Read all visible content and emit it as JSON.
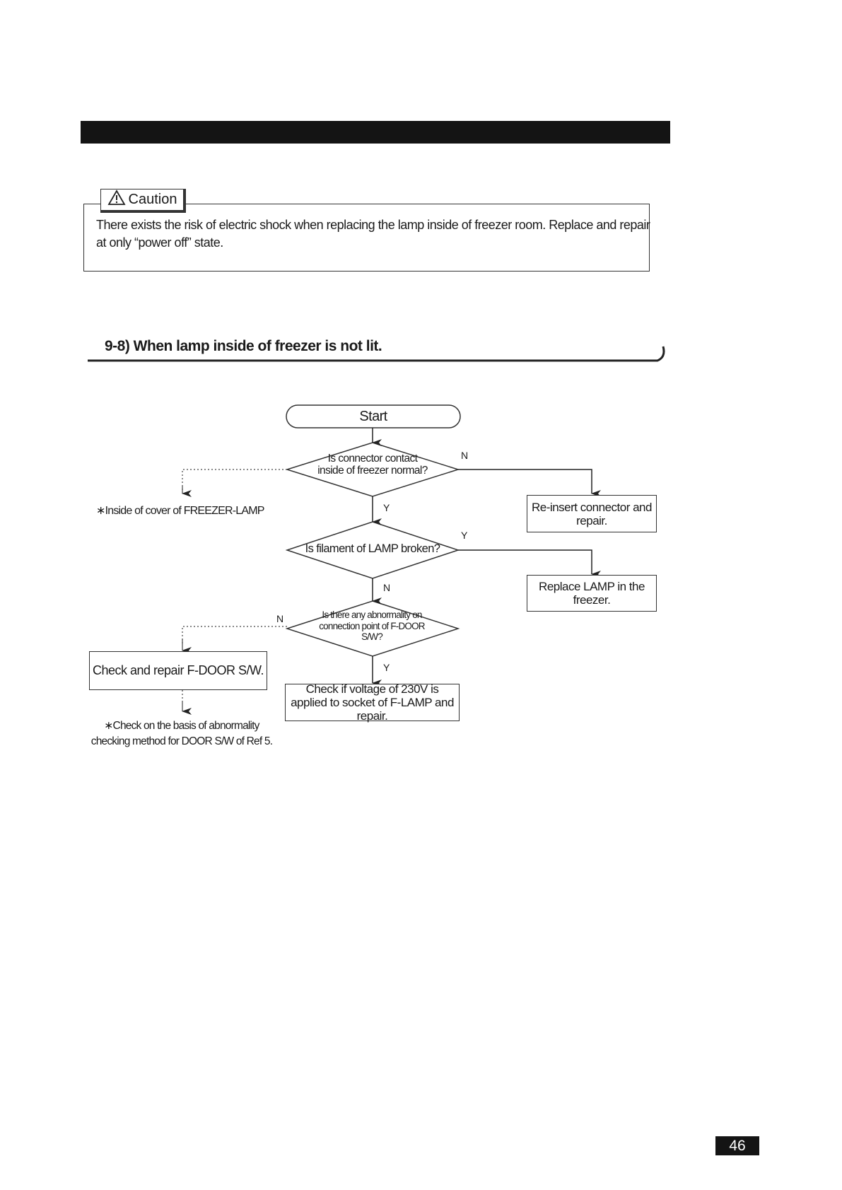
{
  "caution": {
    "title": "Caution",
    "text": "There exists the risk of electric shock when replacing the lamp inside of freezer room. Replace and repair at only “power off” state."
  },
  "section": {
    "title": "9-8) When lamp inside of freezer is not lit."
  },
  "flow": {
    "start": "Start",
    "d1": "Is connector contact inside of freezer normal?",
    "d2": "Is filament of LAMP broken?",
    "d3": "Is there any abnormality on connection point of F-DOOR S/W?",
    "box_reinsert": "Re-insert connector and repair.",
    "box_replace": "Replace LAMP in the freezer.",
    "box_check_voltage": "Check if voltage of 230V is applied to socket of F-LAMP and repair.",
    "box_check_door": "Check and repair F-DOOR S/W.",
    "note_cover": "∗Inside of  cover of FREEZER-LAMP",
    "note_door": "∗Check on the basis of abnormality checking method for DOOR S/W of Ref 5.",
    "labels": {
      "n": "N",
      "y": "Y"
    }
  },
  "page_number": "46"
}
